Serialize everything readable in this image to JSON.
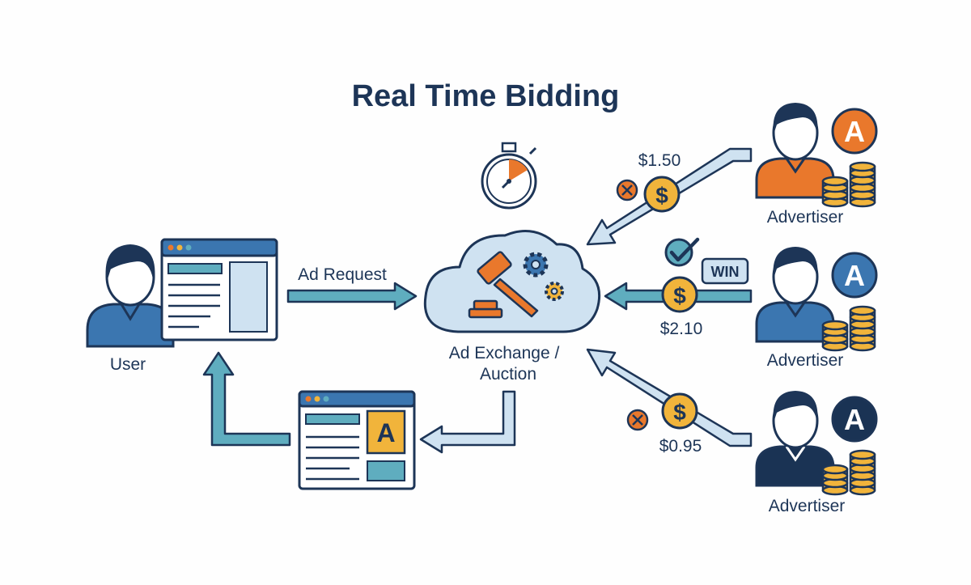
{
  "title": "Real Time Bidding",
  "user": {
    "label": "User"
  },
  "flow": {
    "request_label": "Ad Request"
  },
  "exchange": {
    "label_line1": "Ad Exchange /",
    "label_line2": "Auction"
  },
  "win_badge": "WIN",
  "ad_letter": "A",
  "advertisers": [
    {
      "label": "Advertiser",
      "bid": "$1.50",
      "shirt_color": "#e9782c",
      "badge_color": "#e9782c",
      "result": "lost"
    },
    {
      "label": "Advertiser",
      "bid": "$2.10",
      "shirt_color": "#3b76b0",
      "badge_color": "#3b76b0",
      "result": "won"
    },
    {
      "label": "Advertiser",
      "bid": "$0.95",
      "shirt_color": "#1a3354",
      "badge_color": "#1a3354",
      "result": "lost"
    }
  ],
  "colors": {
    "navy": "#1d3557",
    "teal": "#5fadbf",
    "light_blue": "#cfe2f1",
    "orange": "#e9782c",
    "gold": "#f1b43b",
    "green_check": "#2f8f8a"
  },
  "currency_symbol": "$"
}
